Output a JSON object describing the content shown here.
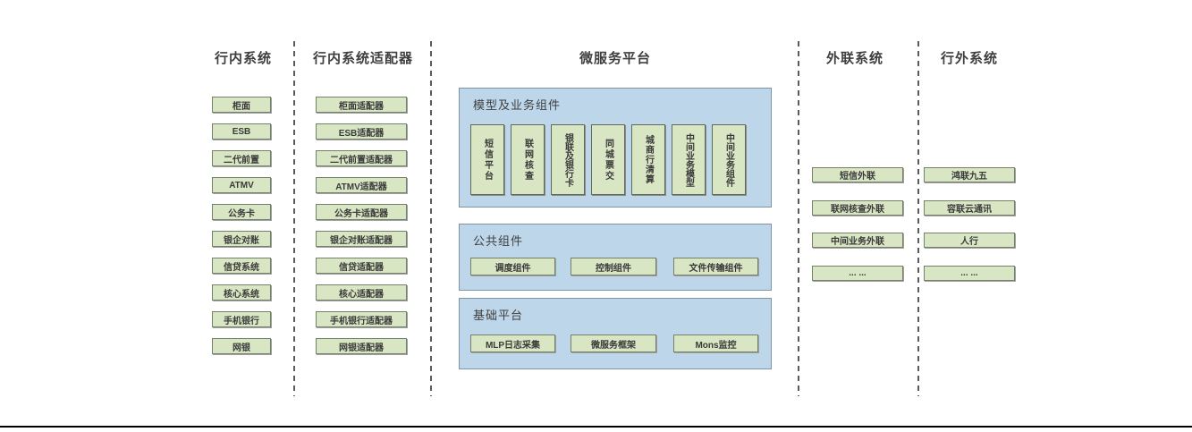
{
  "diagram": {
    "columns": [
      {
        "title": "行内系统",
        "items": [
          "柜面",
          "ESB",
          "二代前置",
          "ATMV",
          "公务卡",
          "银企对账",
          "信贷系统",
          "核心系统",
          "手机银行",
          "网银"
        ]
      },
      {
        "title": "行内系统适配器",
        "items": [
          "柜面适配器",
          "ESB适配器",
          "二代前置适配器",
          "ATMV适配器",
          "公务卡适配器",
          "银企对账适配器",
          "信贷适配器",
          "核心适配器",
          "手机银行适配器",
          "网银适配器"
        ]
      },
      {
        "title": "微服务平台",
        "groups": [
          {
            "label": "模型及业务组件",
            "items": [
              "短信平台",
              "联网核查",
              "银联及银行卡",
              "同城票交",
              "城商行清算",
              "中间业务模型",
              "中间业务组件"
            ]
          },
          {
            "label": "公共组件",
            "items": [
              "调度组件",
              "控制组件",
              "文件传输组件"
            ]
          },
          {
            "label": "基础平台",
            "items": [
              "MLP日志采集",
              "微服务框架",
              "Mons监控"
            ]
          }
        ]
      },
      {
        "title": "外联系统",
        "items": [
          "短信外联",
          "联网核查外联",
          "中间业务外联",
          "... ..."
        ]
      },
      {
        "title": "行外系统",
        "items": [
          "鸿联九五",
          "容联云通讯",
          "人行",
          "... ..."
        ]
      }
    ],
    "colors": {
      "box_fill": "#d9e6c4",
      "box_border": "#75806b",
      "panel_fill": "#bdd6ea",
      "panel_border": "#7f93a6",
      "divider": "#5a5a5a",
      "heading_text": "#3f3f3f",
      "baseline": "#000000"
    }
  }
}
